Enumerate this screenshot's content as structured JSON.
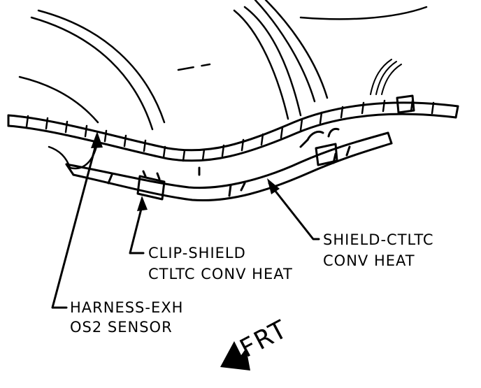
{
  "labels": {
    "clip_line1": "CLIP-SHIELD",
    "clip_line2": "CTLTC CONV HEAT",
    "shield_line1": "SHIELD-CTLTC",
    "shield_line2": "CONV HEAT",
    "harness_line1": "HARNESS-EXH",
    "harness_line2": "OS2 SENSOR",
    "direction": "FRT"
  },
  "colors": {
    "ink": "#000000",
    "paper": "#ffffff"
  },
  "icons": {
    "direction_arrow": "forward-arrow-icon"
  }
}
